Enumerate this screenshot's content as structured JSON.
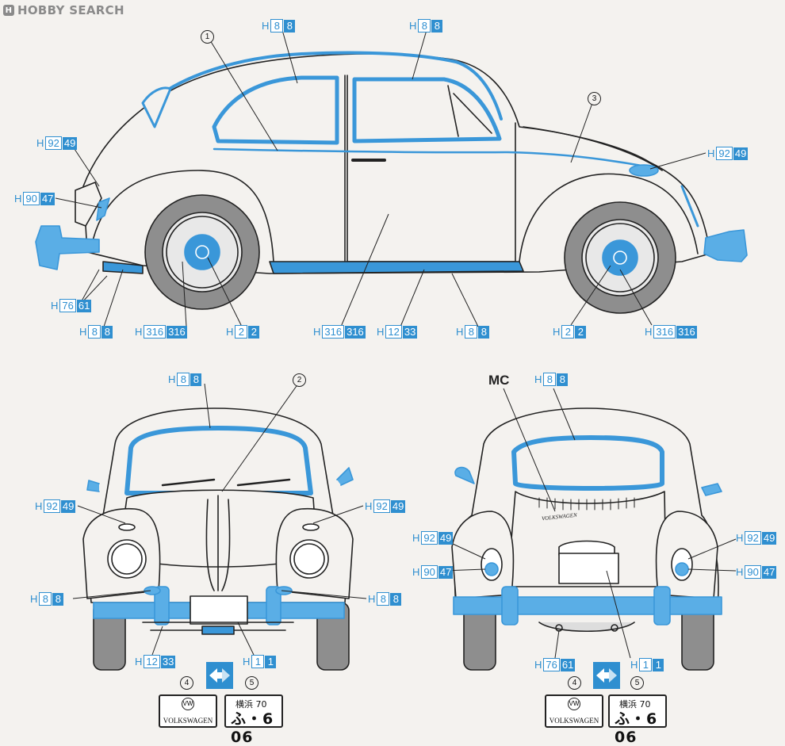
{
  "watermark": {
    "text": "HOBBY SEARCH",
    "logo": "H"
  },
  "colors": {
    "blue": "#3a97d9",
    "light_blue": "#5aaee6",
    "outline": "#222222",
    "body": "#f4f2ef",
    "tire": "#8e8e8e"
  },
  "markers": {
    "one": "1",
    "two": "2",
    "three": "3",
    "four": "4",
    "five": "5"
  },
  "mc_label": "MC",
  "callouts": {
    "side_roof_left": {
      "pre": "H",
      "a": "8",
      "b": "8"
    },
    "side_roof_right": {
      "pre": "H",
      "a": "8",
      "b": "8"
    },
    "side_rear_light": {
      "pre": "H",
      "a": "92",
      "b": "49"
    },
    "side_rear_lamp": {
      "pre": "H",
      "a": "90",
      "b": "47"
    },
    "side_front_right": {
      "pre": "H",
      "a": "92",
      "b": "49"
    },
    "side_exhaust": {
      "pre": "H",
      "a": "76",
      "b": "61"
    },
    "side_runner": {
      "pre": "H",
      "a": "8",
      "b": "8"
    },
    "side_hub_rear": {
      "pre": "H",
      "a": "316",
      "b": "316"
    },
    "side_cap_rear": {
      "pre": "H",
      "a": "2",
      "b": "2"
    },
    "side_body": {
      "pre": "H",
      "a": "316",
      "b": "316"
    },
    "side_board": {
      "pre": "H",
      "a": "12",
      "b": "33"
    },
    "side_trim": {
      "pre": "H",
      "a": "8",
      "b": "8"
    },
    "side_cap_front": {
      "pre": "H",
      "a": "2",
      "b": "2"
    },
    "side_hub_front": {
      "pre": "H",
      "a": "316",
      "b": "316"
    },
    "front_roof": {
      "pre": "H",
      "a": "8",
      "b": "8"
    },
    "front_left_signal": {
      "pre": "H",
      "a": "92",
      "b": "49"
    },
    "front_right_signal": {
      "pre": "H",
      "a": "92",
      "b": "49"
    },
    "front_left_bumper": {
      "pre": "H",
      "a": "8",
      "b": "8"
    },
    "front_right_bumper": {
      "pre": "H",
      "a": "8",
      "b": "8"
    },
    "front_axle": {
      "pre": "H",
      "a": "12",
      "b": "33"
    },
    "front_plate": {
      "pre": "H",
      "a": "1",
      "b": "1"
    },
    "rear_roof": {
      "pre": "H",
      "a": "8",
      "b": "8"
    },
    "rear_left_light": {
      "pre": "H",
      "a": "92",
      "b": "49"
    },
    "rear_left_lamp": {
      "pre": "H",
      "a": "90",
      "b": "47"
    },
    "rear_right_light": {
      "pre": "H",
      "a": "92",
      "b": "49"
    },
    "rear_right_lamp": {
      "pre": "H",
      "a": "90",
      "b": "47"
    },
    "rear_exhaust": {
      "pre": "H",
      "a": "76",
      "b": "61"
    },
    "rear_plate": {
      "pre": "H",
      "a": "1",
      "b": "1"
    }
  },
  "decals": {
    "vw_plate_text": "VOLKSWAGEN",
    "vw_logo": "VW",
    "jp_plate_line1": "横浜 70",
    "jp_plate_line2": "ふ・6 06",
    "rear_script": "VOLKSWAGEN"
  }
}
